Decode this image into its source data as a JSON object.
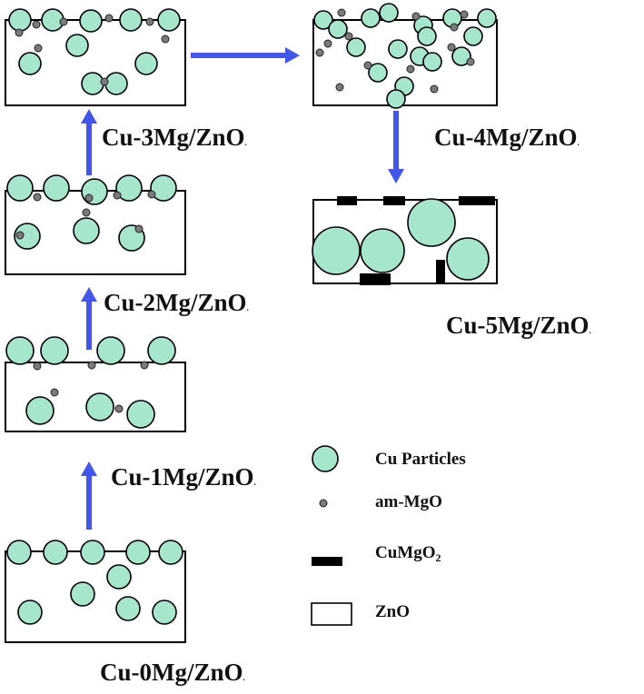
{
  "colors": {
    "cu": "#a6e6cc",
    "mgo": "#7a7a7a",
    "cumgo2": "#000000",
    "arrow": "#4356ea",
    "outline": "#000000"
  },
  "stages": [
    {
      "id": "cu0",
      "label": "Cu-0Mg/ZnO"
    },
    {
      "id": "cu1",
      "label": "Cu-1Mg/ZnO"
    },
    {
      "id": "cu2",
      "label": "Cu-2Mg/ZnO"
    },
    {
      "id": "cu3",
      "label": "Cu-3Mg/ZnO"
    },
    {
      "id": "cu4",
      "label": "Cu-4Mg/ZnO"
    },
    {
      "id": "cu5",
      "label": "Cu-5Mg/ZnO"
    }
  ],
  "label_tail": ".",
  "legend": {
    "cu_particles": "Cu Particles",
    "am_mgo": "am-MgO",
    "cumgo2_main": "CuMgO",
    "cumgo2_sub": "2",
    "zno": "ZnO"
  }
}
